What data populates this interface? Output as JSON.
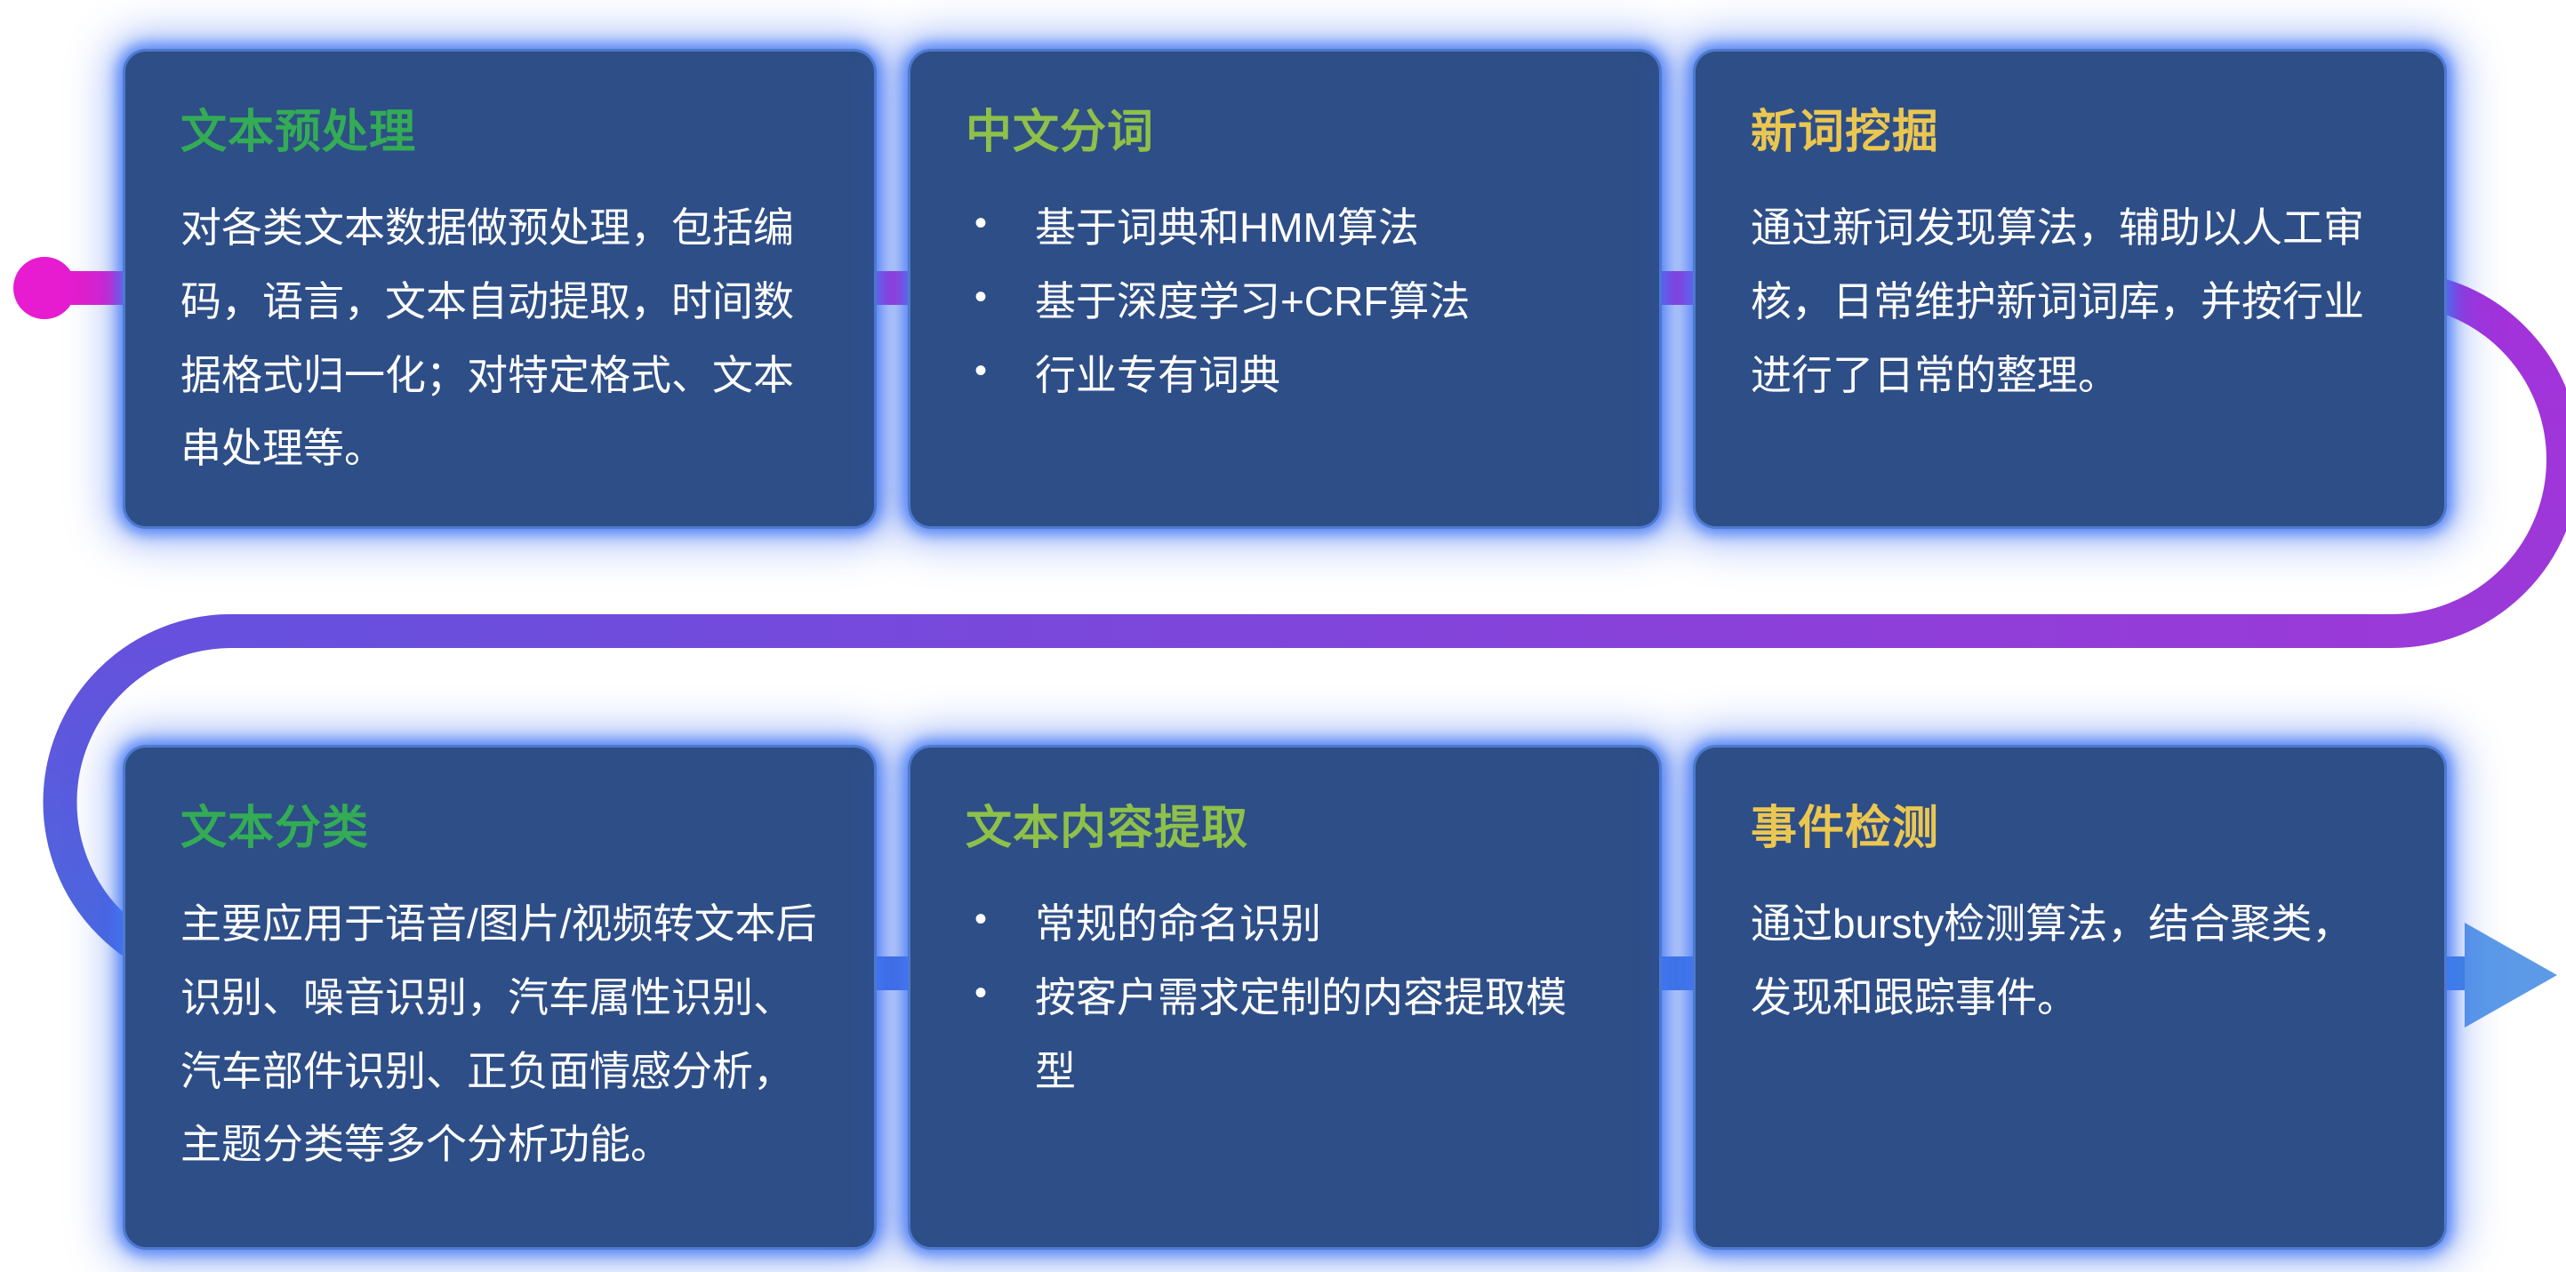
{
  "bullet_glyph": "•",
  "cards": [
    {
      "id": "text-preprocessing",
      "title": "文本预处理",
      "title_color": "green",
      "type": "paragraph",
      "body": "对各类文本数据做预处理，包括编码，语言，文本自动提取，时间数据格式归一化；对特定格式、文本串处理等。"
    },
    {
      "id": "chinese-word-segmentation",
      "title": "中文分词",
      "title_color": "lightgreen",
      "type": "bullets",
      "bullets": [
        "基于词典和HMM算法",
        "基于深度学习+CRF算法",
        "行业专有词典"
      ]
    },
    {
      "id": "new-word-mining",
      "title": "新词挖掘",
      "title_color": "yellow",
      "type": "paragraph",
      "body": "通过新词发现算法，辅助以人工审核，日常维护新词词库，并按行业进行了日常的整理。"
    },
    {
      "id": "text-classification",
      "title": "文本分类",
      "title_color": "green",
      "type": "paragraph",
      "body": "主要应用于语音/图片/视频转文本后识别、噪音识别，汽车属性识别、汽车部件识别、正负面情感分析，主题分类等多个分析功能。"
    },
    {
      "id": "text-content-extraction",
      "title": "文本内容提取",
      "title_color": "lightgreen",
      "type": "bullets",
      "bullets": [
        "常规的命名识别",
        "按客户需求定制的内容提取模型"
      ]
    },
    {
      "id": "event-detection",
      "title": "事件检测",
      "title_color": "yellow",
      "type": "paragraph",
      "body": "通过bursty检测算法，结合聚类，发现和跟踪事件。"
    }
  ],
  "pipeline": {
    "start_marker": "dot",
    "end_marker": "right-arrow",
    "colors": {
      "start_magenta": "#e71bcb",
      "purple": "#9a3ad8",
      "violet": "#6650dd",
      "blue": "#4a6ade",
      "end_blue": "#4286e2",
      "arrow_blue": "#5c9ae8"
    }
  },
  "card_style": {
    "background": "#2e4e87",
    "glow": "#4278f5",
    "title_green": "#33ac55",
    "title_lightgreen": "#8ec04a",
    "title_yellow": "#ebc751",
    "body_text": "#ffffff"
  }
}
